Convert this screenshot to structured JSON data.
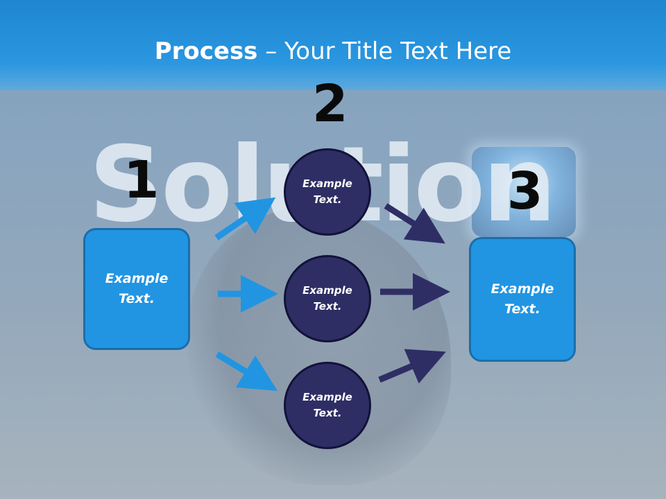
{
  "title": {
    "bold": "Process",
    "rest": " – Your Title Text Here"
  },
  "background": {
    "word": "Solution"
  },
  "steps": [
    {
      "number": "1",
      "text": "Example Text."
    },
    {
      "number": "2"
    },
    {
      "number": "3",
      "text": "Example Text."
    }
  ],
  "circles": [
    {
      "text": "Example Text."
    },
    {
      "text": "Example Text."
    },
    {
      "text": "Example Text."
    }
  ],
  "colors": {
    "header": "#1f86d1",
    "box": "#2195e2",
    "circle": "#2e2e65",
    "arrow_light": "#2195e2",
    "arrow_dark": "#2e2e65"
  }
}
